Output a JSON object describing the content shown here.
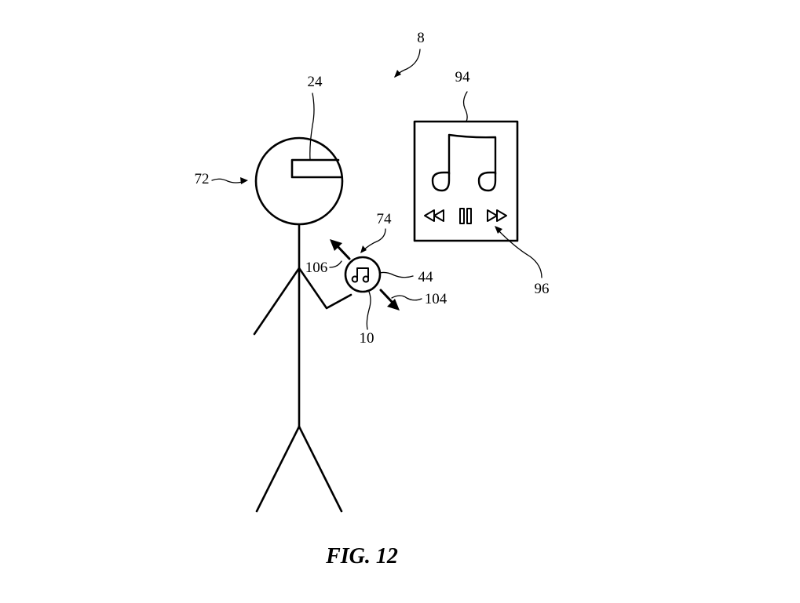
{
  "figure": {
    "caption": "FIG. 12",
    "reference_numerals": {
      "system": "8",
      "head_mounted_device": "24",
      "user": "72",
      "user_gesture": "74",
      "wrist_device": "10",
      "display": "44",
      "rotation_clockwise": "104",
      "rotation_counterclockwise": "106",
      "external_device": "94",
      "media_controls": "96"
    },
    "icons": {
      "wrist_display_icon": "music-note-icon",
      "external_display_icon": "music-note-icon",
      "controls": [
        "rewind-icon",
        "pause-icon",
        "fast-forward-icon"
      ]
    },
    "colors": {
      "ink": "#000000",
      "paper": "#ffffff"
    }
  }
}
